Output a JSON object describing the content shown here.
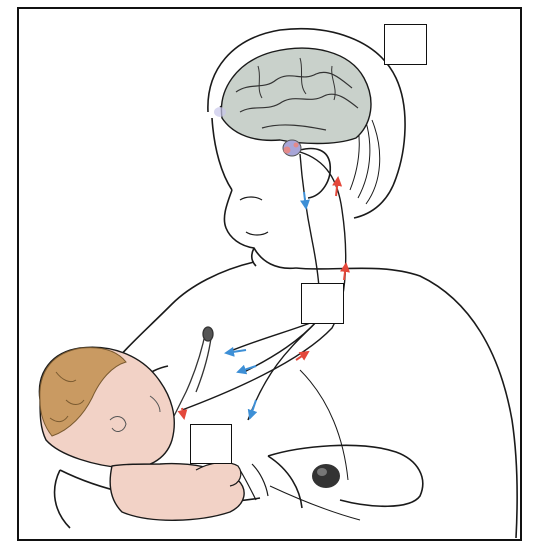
{
  "figure": {
    "labels": [
      {
        "id": "brain-label-box",
        "text": ""
      },
      {
        "id": "neck-label-box",
        "text": ""
      },
      {
        "id": "breast-label-box",
        "text": ""
      }
    ]
  },
  "colors": {
    "afferent_arrow": "#e4483b",
    "efferent_arrow": "#3d8fd6",
    "brain_fill": "#c9d1cb",
    "pituitary": "#a8a6d8",
    "baby_skin": "#f2d2c6",
    "baby_hair": "#c99a62",
    "outline": "#1a1a1a"
  }
}
